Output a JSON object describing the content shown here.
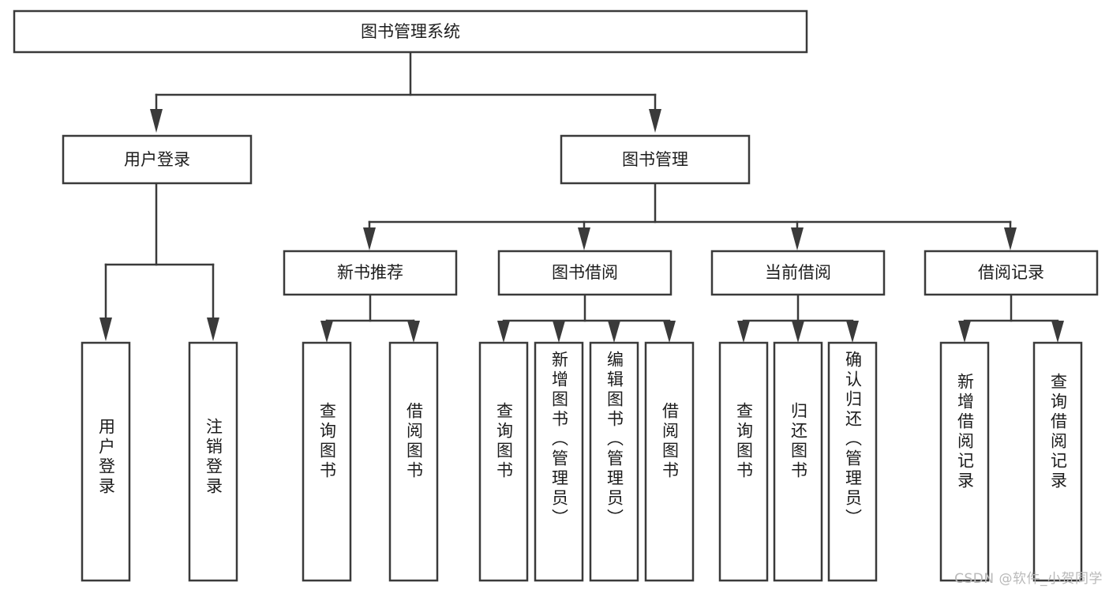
{
  "diagram": {
    "type": "tree",
    "title": "图书管理系统",
    "watermark": "CSDN @软件_小贺同学",
    "colors": {
      "stroke": "#3a3a3a",
      "fill": "#ffffff",
      "text": "#1c1c1c",
      "watermark": "#b9b9b9",
      "background": "#ffffff"
    },
    "nodes": {
      "root": {
        "label": "图书管理系统",
        "level": 1,
        "orientation": "horizontal"
      },
      "l2": [
        {
          "id": "user-login",
          "label": "用户登录",
          "level": 2,
          "orientation": "horizontal"
        },
        {
          "id": "book-manage",
          "label": "图书管理",
          "level": 2,
          "orientation": "horizontal"
        }
      ],
      "l3": [
        {
          "id": "new-book-rec",
          "label": "新书推荐",
          "level": 3,
          "orientation": "horizontal",
          "parent": "book-manage"
        },
        {
          "id": "book-borrow",
          "label": "图书借阅",
          "level": 3,
          "orientation": "horizontal",
          "parent": "book-manage"
        },
        {
          "id": "current-borrow",
          "label": "当前借阅",
          "level": 3,
          "orientation": "horizontal",
          "parent": "book-manage"
        },
        {
          "id": "borrow-record",
          "label": "借阅记录",
          "level": 3,
          "orientation": "horizontal",
          "parent": "book-manage"
        }
      ],
      "leaves": [
        {
          "id": "leaf-user-login",
          "label": "用户登录",
          "parent": "user-login",
          "orientation": "vertical"
        },
        {
          "id": "leaf-logout-login",
          "label": "注销登录",
          "parent": "user-login",
          "orientation": "vertical"
        },
        {
          "id": "leaf-query-book-rec",
          "label": "查询图书",
          "parent": "new-book-rec",
          "orientation": "vertical"
        },
        {
          "id": "leaf-borrow-book-rec",
          "label": "借阅图书",
          "parent": "new-book-rec",
          "orientation": "vertical"
        },
        {
          "id": "leaf-query-book-borrow",
          "label": "查询图书",
          "parent": "book-borrow",
          "orientation": "vertical"
        },
        {
          "id": "leaf-add-book",
          "label": "新增图书（管理员）",
          "parent": "book-borrow",
          "orientation": "vertical"
        },
        {
          "id": "leaf-edit-book",
          "label": "编辑图书（管理员）",
          "parent": "book-borrow",
          "orientation": "vertical"
        },
        {
          "id": "leaf-borrow-book",
          "label": "借阅图书",
          "parent": "book-borrow",
          "orientation": "vertical"
        },
        {
          "id": "leaf-query-book-current",
          "label": "查询图书",
          "parent": "current-borrow",
          "orientation": "vertical"
        },
        {
          "id": "leaf-return-book",
          "label": "归还图书",
          "parent": "current-borrow",
          "orientation": "vertical"
        },
        {
          "id": "leaf-confirm-return",
          "label": "确认归还（管理员）",
          "parent": "current-borrow",
          "orientation": "vertical"
        },
        {
          "id": "leaf-add-record",
          "label": "新增借阅记录",
          "parent": "borrow-record",
          "orientation": "vertical"
        },
        {
          "id": "leaf-query-record",
          "label": "查询借阅记录",
          "parent": "borrow-record",
          "orientation": "vertical"
        }
      ]
    }
  }
}
